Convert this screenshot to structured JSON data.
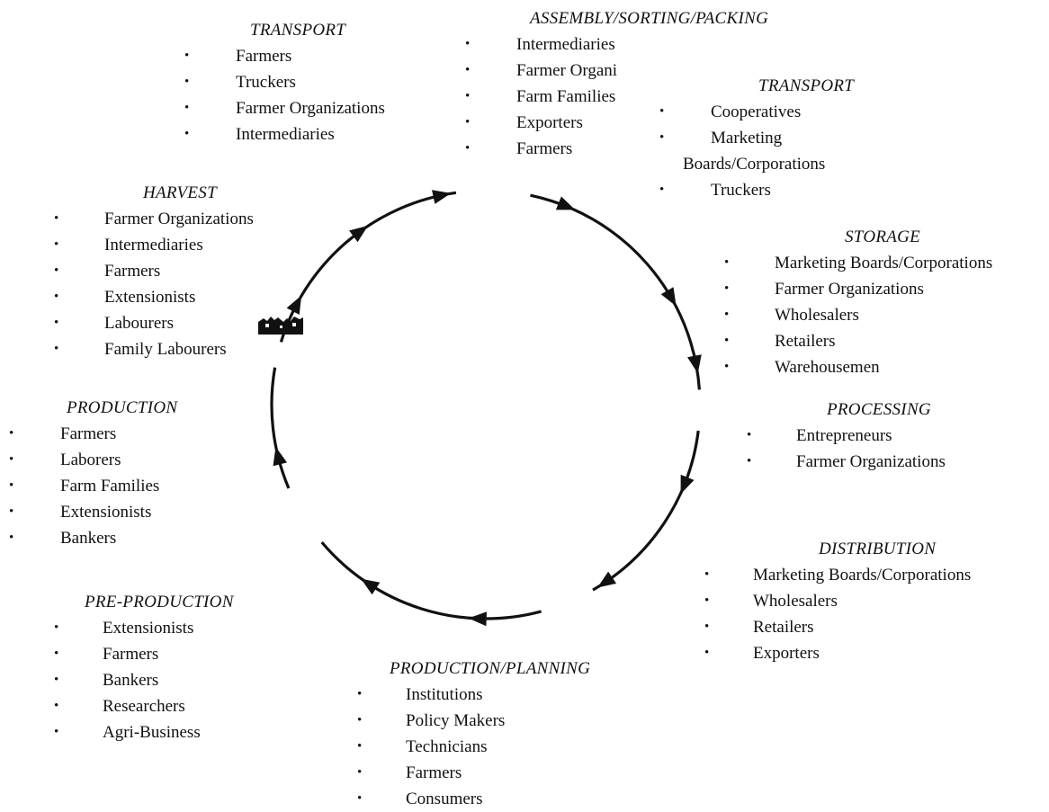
{
  "stages": {
    "transport_farm": {
      "title": "TRANSPORT",
      "items": [
        "Farmers",
        "Truckers",
        "Farmer Organizations",
        "Intermediaries"
      ]
    },
    "assembly": {
      "title": "ASSEMBLY/SORTING/PACKING",
      "items": [
        "Intermediaries",
        "Farmer Organi",
        "Farm Families",
        "Exporters",
        "Farmers"
      ]
    },
    "transport_market": {
      "title": "TRANSPORT",
      "items": [
        "Cooperatives",
        "Marketing",
        "Truckers"
      ],
      "continuation": "Boards/Corporations"
    },
    "harvest": {
      "title": "HARVEST",
      "items": [
        "Farmer Organizations",
        "Intermediaries",
        "Farmers",
        "Extensionists",
        "Labourers",
        "Family Labourers"
      ]
    },
    "storage": {
      "title": "STORAGE",
      "items": [
        "Marketing Boards/Corporations",
        "Farmer Organizations",
        "Wholesalers",
        "Retailers",
        "Warehousemen"
      ]
    },
    "production": {
      "title": "PRODUCTION",
      "items": [
        "Farmers",
        "Laborers",
        "Farm Families",
        "Extensionists",
        "Bankers"
      ]
    },
    "processing": {
      "title": "PROCESSING",
      "items": [
        "Entrepreneurs",
        "Farmer Organizations"
      ]
    },
    "distribution": {
      "title": "DISTRIBUTION",
      "items": [
        "Marketing Boards/Corporations",
        "Wholesalers",
        "Retailers",
        "Exporters"
      ]
    },
    "pre_production": {
      "title": "PRE-PRODUCTION",
      "items": [
        "Extensionists",
        "Farmers",
        "Bankers",
        "Researchers",
        "Agri-Business"
      ]
    },
    "production_planning": {
      "title": "PRODUCTION/PLANNING",
      "items": [
        "Institutions",
        "Policy Makers",
        "Technicians",
        "Farmers",
        "Consumers"
      ]
    }
  },
  "bullet_glyph": "•",
  "colors": {
    "ink": "#111111",
    "background": "#ffffff"
  }
}
